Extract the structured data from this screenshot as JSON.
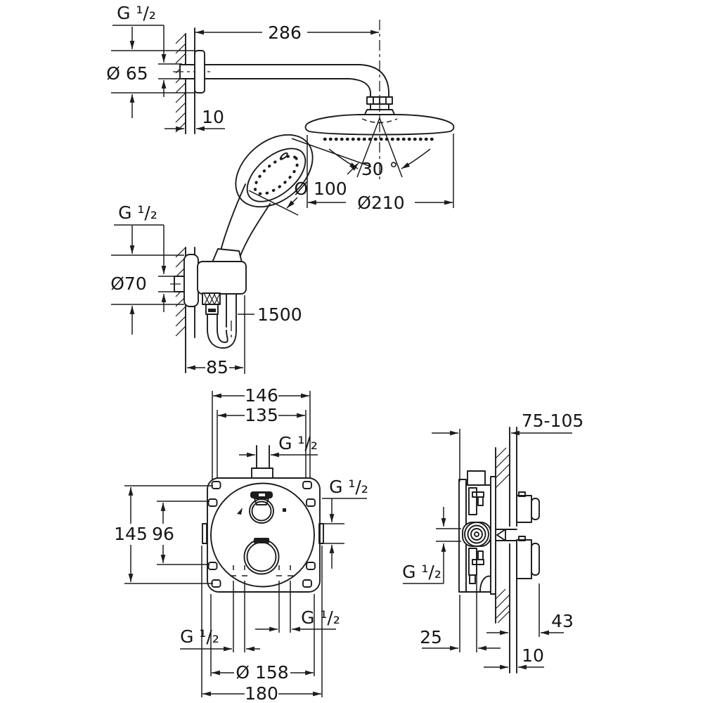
{
  "drawing": {
    "background": "#ffffff",
    "line_color": "#1c1c1c",
    "thread_label": "G ¹/₂",
    "head_shower": {
      "arm_length": "286",
      "flange_diameter": "Ø 65",
      "wall_plate_thickness": "10",
      "hand_shower_diameter": "Ø 100",
      "spray_angle": "30 °",
      "head_diameter": "Ø210"
    },
    "holder": {
      "flange_diameter": "Ø70",
      "hose_length": "1500",
      "holder_depth": "85"
    },
    "valve_front": {
      "hole_span_width": "146",
      "hole_span_width_inner": "135",
      "hole_span_height": "145",
      "hole_span_height_inner": "96",
      "rough_in_diameter": "Ø 158",
      "overall_width": "180"
    },
    "valve_side": {
      "installation_depth_range": "75-105",
      "handle_projection": "43",
      "housing_depth": "25",
      "finished_wall_thickness": "10"
    }
  }
}
